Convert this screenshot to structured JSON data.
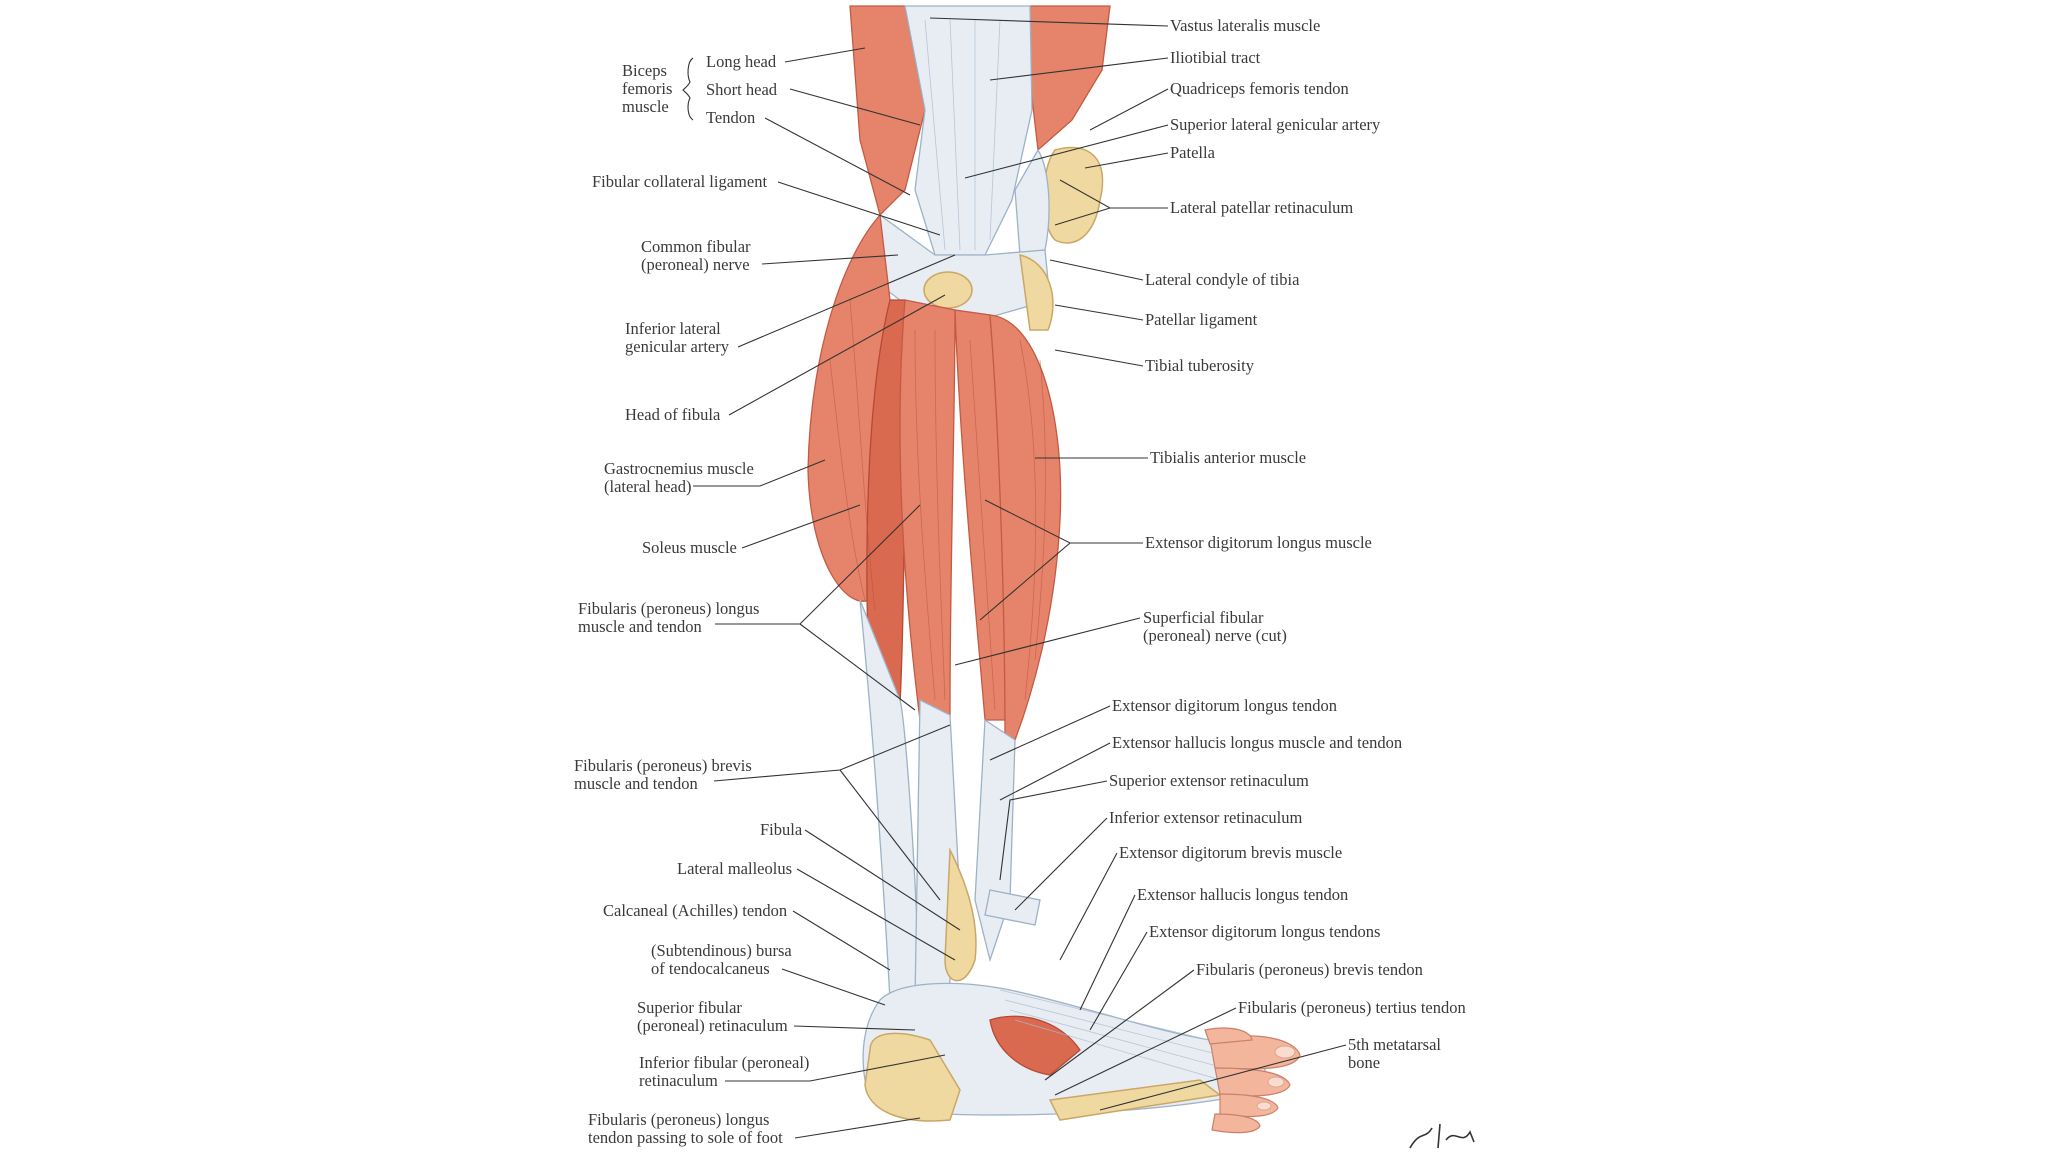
{
  "labels": {
    "vastus_lateralis": "Vastus lateralis muscle",
    "iliotibial_tract": "Iliotibial tract",
    "quadriceps_tendon": "Quadriceps femoris tendon",
    "sup_lat_genicular": "Superior lateral genicular artery",
    "patella": "Patella",
    "lat_patellar_retinaculum": "Lateral patellar retinaculum",
    "lat_condyle_tibia": "Lateral condyle of tibia",
    "patellar_ligament": "Patellar ligament",
    "tibial_tuberosity": "Tibial tuberosity",
    "tibialis_anterior": "Tibialis anterior muscle",
    "edl_muscle": "Extensor digitorum longus muscle",
    "sup_fibular_nerve_1": "Superficial fibular",
    "sup_fibular_nerve_2": "(peroneal) nerve (cut)",
    "edl_tendon": "Extensor digitorum longus tendon",
    "ehl_muscle_tendon": "Extensor hallucis longus muscle and tendon",
    "sup_ext_retinaculum": "Superior extensor retinaculum",
    "inf_ext_retinaculum": "Inferior extensor retinaculum",
    "edb_muscle": "Extensor digitorum brevis muscle",
    "ehl_tendon": "Extensor hallucis longus tendon",
    "edl_tendons": "Extensor digitorum longus tendons",
    "fib_brevis_tendon": "Fibularis (peroneus) brevis tendon",
    "fib_tertius_tendon": "Fibularis (peroneus) tertius tendon",
    "fifth_metatarsal_1": "5th metatarsal",
    "fifth_metatarsal_2": "bone",
    "biceps_1": "Biceps",
    "biceps_2": "femoris",
    "biceps_3": "muscle",
    "long_head": "Long head",
    "short_head": "Short head",
    "tendon": "Tendon",
    "fibular_collateral": "Fibular collateral ligament",
    "common_fibular_1": "Common fibular",
    "common_fibular_2": "(peroneal) nerve",
    "inf_lat_genicular_1": "Inferior lateral",
    "inf_lat_genicular_2": "genicular artery",
    "head_fibula": "Head of fibula",
    "gastrocnemius_1": "Gastrocnemius muscle",
    "gastrocnemius_2": "(lateral head)",
    "soleus": "Soleus muscle",
    "fib_longus_1": "Fibularis (peroneus) longus",
    "fib_longus_2": "muscle and tendon",
    "fib_brevis_1": "Fibularis (peroneus) brevis",
    "fib_brevis_2": "muscle and tendon",
    "fibula": "Fibula",
    "lat_malleolus": "Lateral malleolus",
    "calcaneal_tendon": "Calcaneal (Achilles) tendon",
    "bursa_1": "(Subtendinous) bursa",
    "bursa_2": "of tendocalcaneus",
    "sup_fib_ret_1": "Superior fibular",
    "sup_fib_ret_2": "(peroneal) retinaculum",
    "inf_fib_ret_1": "Inferior fibular (peroneal)",
    "inf_fib_ret_2": "retinaculum",
    "fib_longus_sole_1": "Fibularis (peroneus) longus",
    "fib_longus_sole_2": "tendon passing to sole of foot"
  },
  "colors": {
    "muscle": "#e5846a",
    "tendon": "#e8edf3",
    "bone": "#efd9a0",
    "text": "#3a3a3a"
  }
}
